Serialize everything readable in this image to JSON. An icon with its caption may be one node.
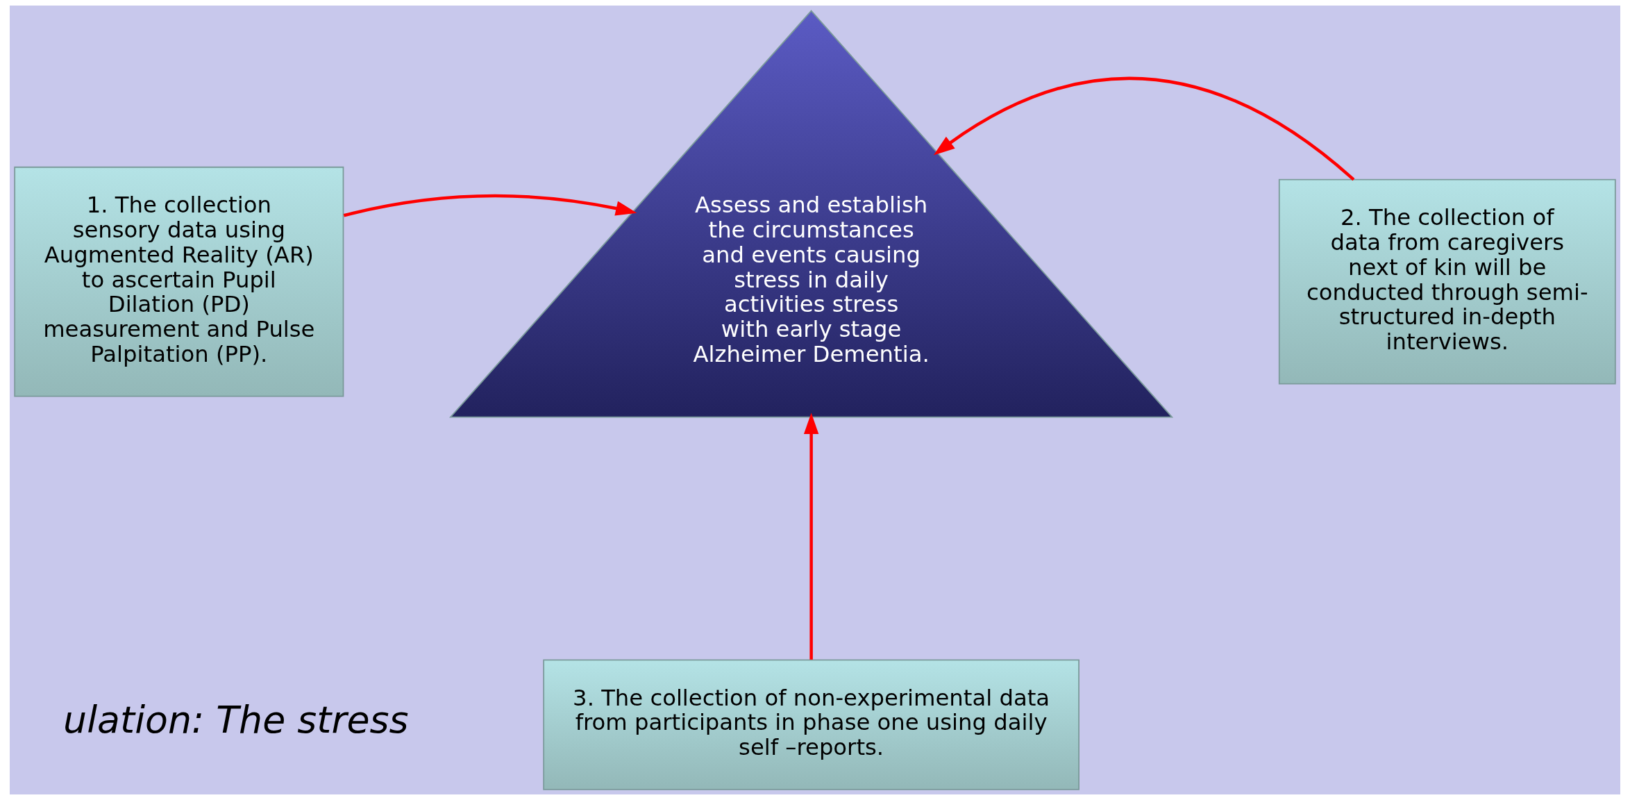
{
  "diagram": {
    "nodes": [
      {
        "text": [
          "1. The collection sensory data using Augmented Reality (AR) to ascertain Pupil Dilation (PD) measurement and Pulse Palpitation (PP)."
        ]
      },
      {
        "text": [
          "Assess and establish the circumstances and events causing stress in daily activities stress with early stage Alzheimer Dementia."
        ]
      },
      {
        "text": [
          "2. The collection of data from caregivers next of kin will be conducted through semi-structured in-depth interviews."
        ]
      },
      {
        "text": [
          "3. The collection of non-experimental data from participants in phase one using daily self –reports."
        ]
      }
    ],
    "edges": [
      {
        "from": 0,
        "to": 1,
        "arrow": "to",
        "color": "#ff0000"
      },
      {
        "from": 2,
        "to": 1,
        "arrow": "to",
        "color": "#ff0000"
      },
      {
        "from": 3,
        "to": 1,
        "arrow": "to",
        "color": "#ff0000"
      }
    ],
    "labels": [
      "ulation: The stress"
    ]
  }
}
